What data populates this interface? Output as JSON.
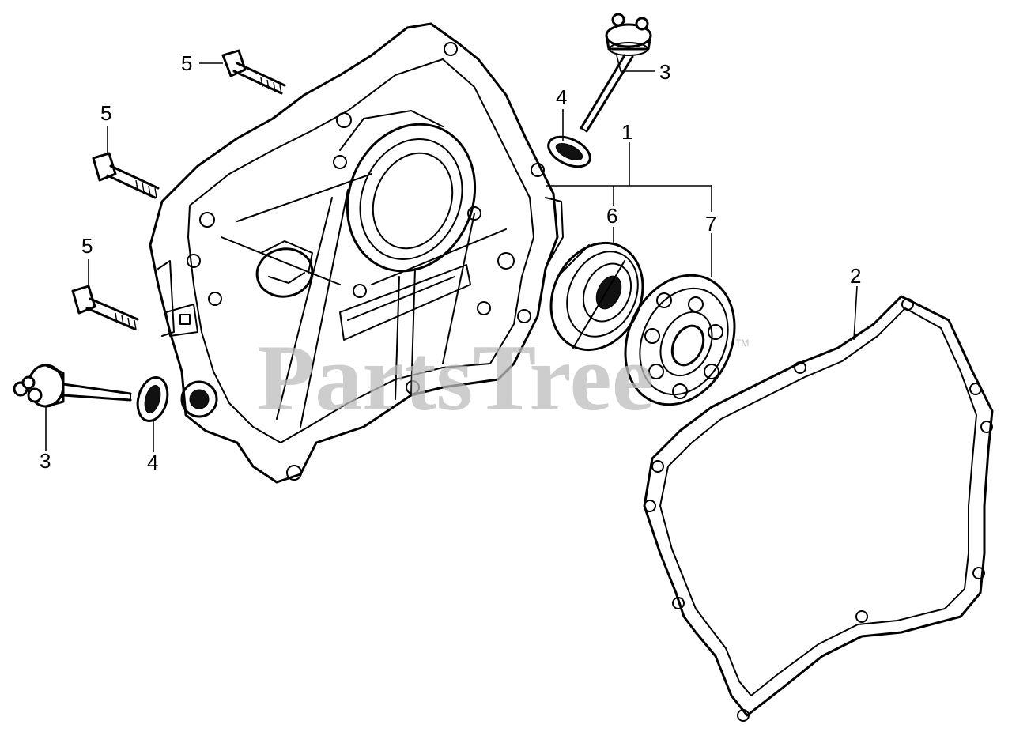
{
  "watermark": {
    "text": "PartsTree",
    "trademark": "TM"
  },
  "callouts": [
    {
      "id": "c-5-top",
      "text": "5"
    },
    {
      "id": "c-5-mid",
      "text": "5"
    },
    {
      "id": "c-5-low",
      "text": "5"
    },
    {
      "id": "c-3-top",
      "text": "3"
    },
    {
      "id": "c-4-top",
      "text": "4"
    },
    {
      "id": "c-1",
      "text": "1"
    },
    {
      "id": "c-6",
      "text": "6"
    },
    {
      "id": "c-7",
      "text": "7"
    },
    {
      "id": "c-2",
      "text": "2"
    },
    {
      "id": "c-3-low",
      "text": "3"
    },
    {
      "id": "c-4-low",
      "text": "4"
    }
  ],
  "colors": {
    "line": "#000000",
    "watermark": "#bdbdbd",
    "background": "#ffffff"
  }
}
